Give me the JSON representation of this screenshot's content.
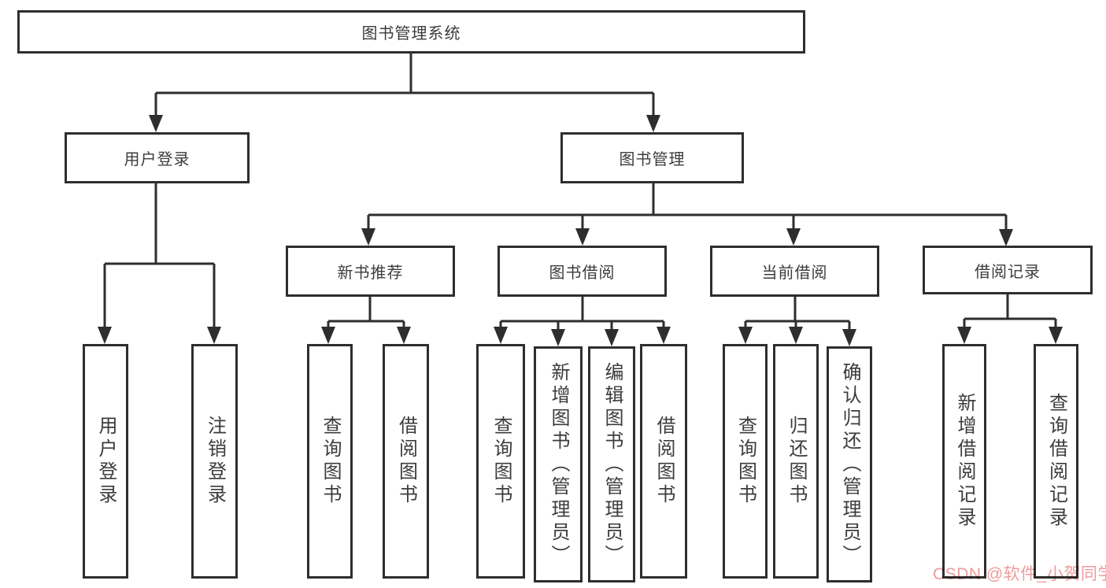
{
  "diagram": {
    "title": "图书管理系统",
    "level2": [
      {
        "label": "用户登录",
        "parent": "图书管理系统"
      },
      {
        "label": "图书管理",
        "parent": "图书管理系统"
      }
    ],
    "level3": [
      {
        "label": "新书推荐",
        "parent": "图书管理"
      },
      {
        "label": "图书借阅",
        "parent": "图书管理"
      },
      {
        "label": "当前借阅",
        "parent": "图书管理"
      },
      {
        "label": "借阅记录",
        "parent": "图书管理"
      }
    ],
    "leaves": [
      {
        "label": "用户登录",
        "parent": "用户登录"
      },
      {
        "label": "注销登录",
        "parent": "用户登录"
      },
      {
        "label": "查询图书",
        "parent": "新书推荐"
      },
      {
        "label": "借阅图书",
        "parent": "新书推荐"
      },
      {
        "label": "查询图书",
        "parent": "图书借阅"
      },
      {
        "label": "新增图书（管理员）",
        "parent": "图书借阅"
      },
      {
        "label": "编辑图书（管理员）",
        "parent": "图书借阅"
      },
      {
        "label": "借阅图书",
        "parent": "图书借阅"
      },
      {
        "label": "查询图书",
        "parent": "当前借阅"
      },
      {
        "label": "归还图书",
        "parent": "当前借阅"
      },
      {
        "label": "确认归还（管理员）",
        "parent": "当前借阅"
      },
      {
        "label": "新增借阅记录",
        "parent": "借阅记录"
      },
      {
        "label": "查询借阅记录",
        "parent": "借阅记录"
      }
    ],
    "watermark": "CSDN @软件_小贺同学",
    "colors": {
      "line": "#2e2e2e",
      "text": "#3c3c3c",
      "watermark": "#f09a9c",
      "background": "#ffffff"
    }
  }
}
